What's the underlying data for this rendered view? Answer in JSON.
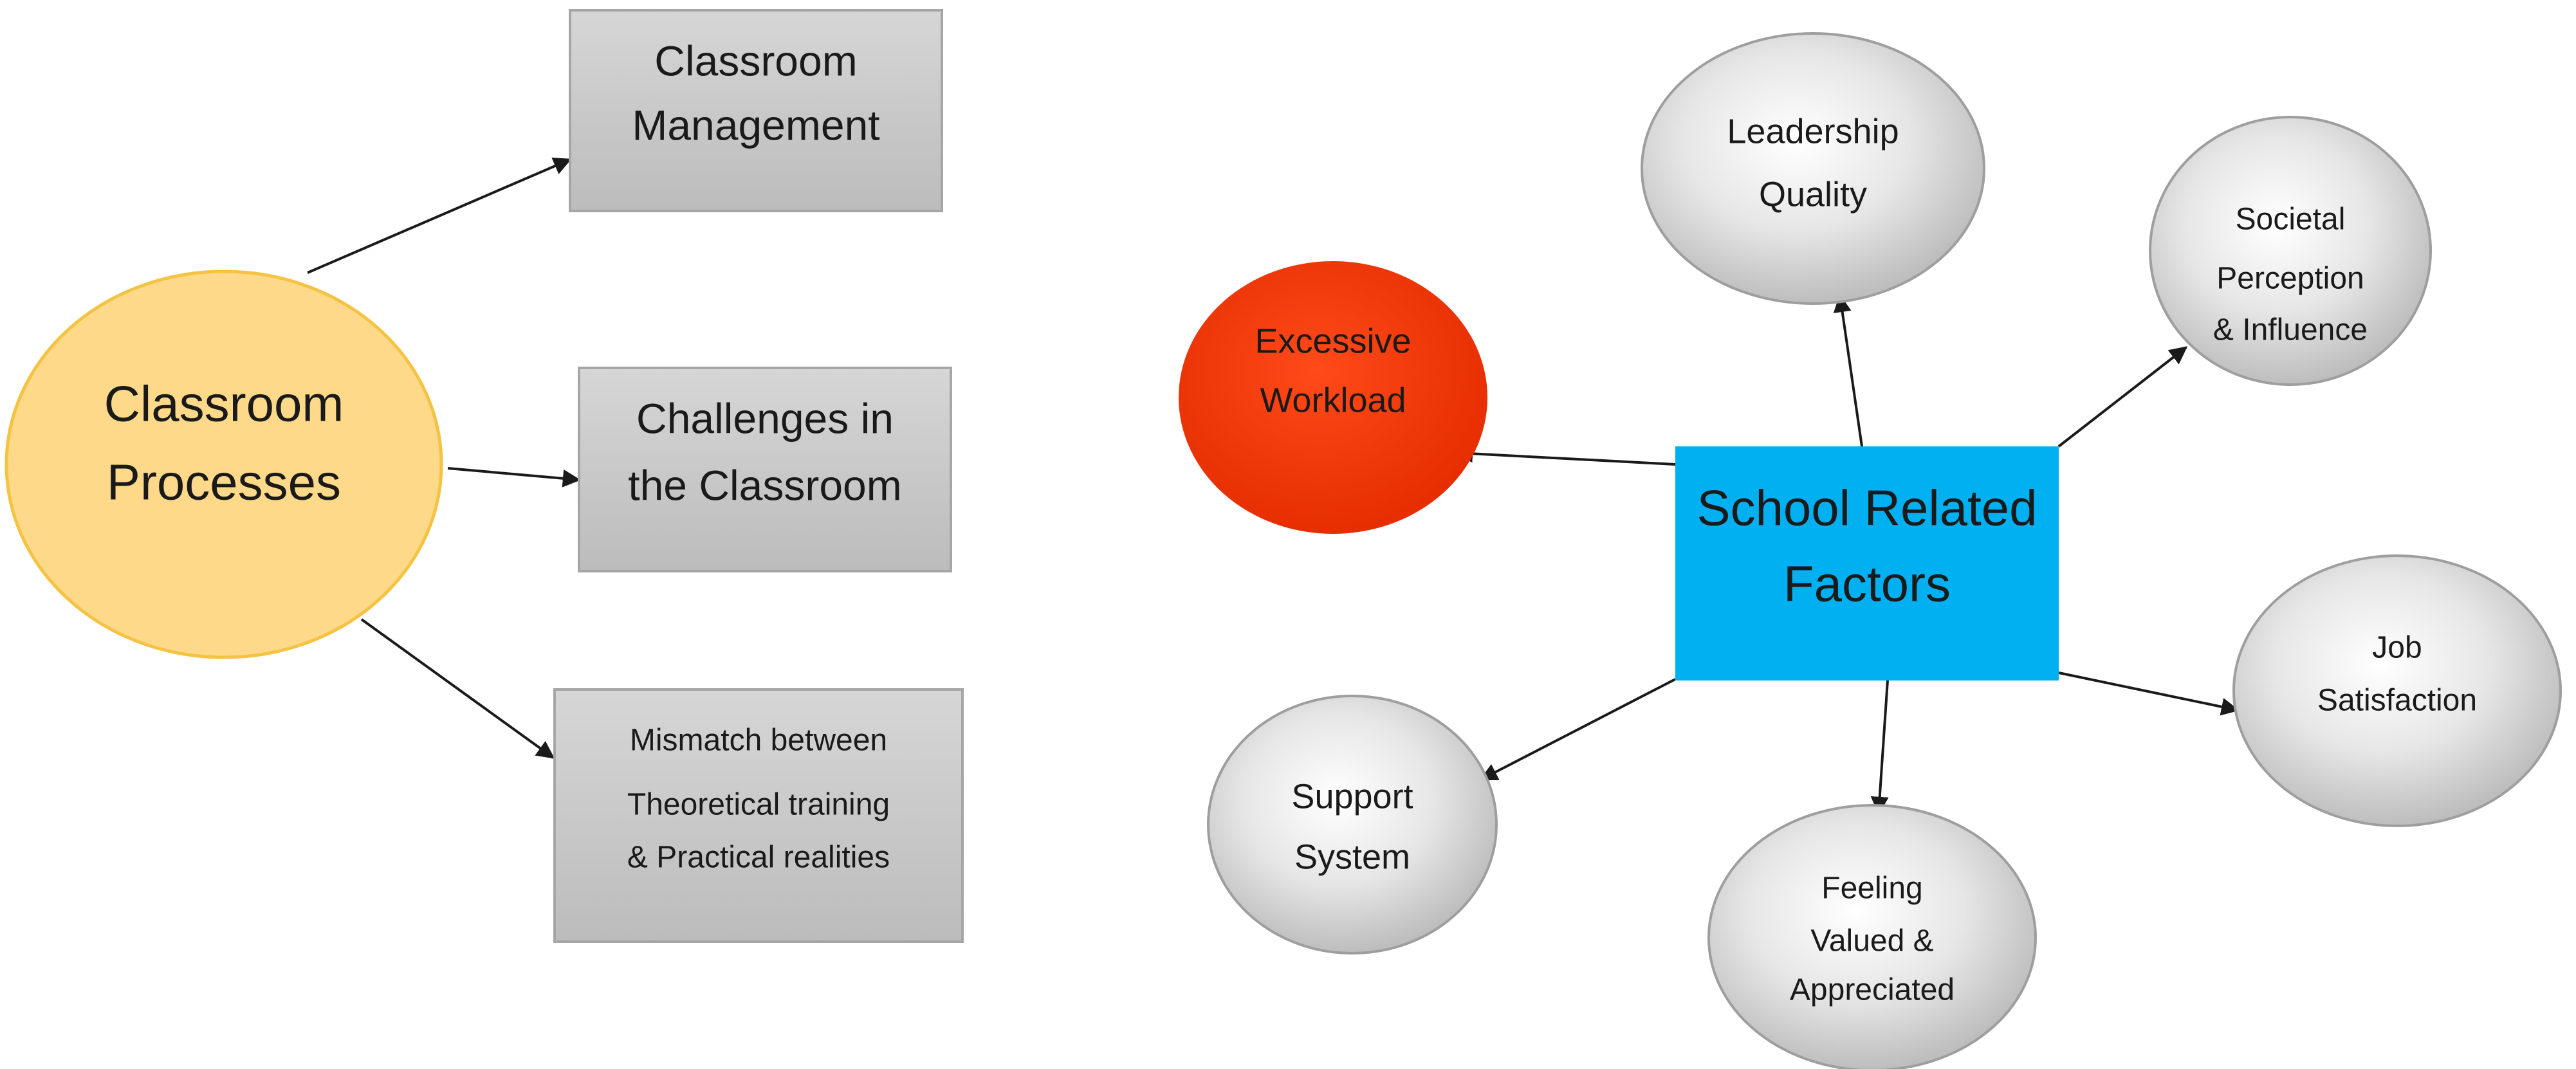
{
  "left_diagram": {
    "center": {
      "lines": [
        "Classroom",
        "Processes"
      ],
      "fill": "#fdd989",
      "stroke": "#f5c242"
    },
    "boxes": [
      {
        "id": "classroom-management",
        "lines": [
          "Classroom",
          "Management"
        ]
      },
      {
        "id": "challenges-in-the-classroom",
        "lines": [
          "Challenges in",
          "the Classroom"
        ]
      },
      {
        "id": "mismatch",
        "lines": [
          "Mismatch between",
          "Theoretical training",
          "& Practical realities"
        ]
      }
    ],
    "box_fill": "#c8c8c8",
    "box_stroke": "#a6a6a6"
  },
  "right_diagram": {
    "center": {
      "lines": [
        "School Related",
        "Factors"
      ],
      "fill": "#00b0f0"
    },
    "highlighted_node": {
      "lines": [
        "Excessive",
        "Workload"
      ],
      "fill": "#ff3300"
    },
    "nodes": [
      {
        "id": "leadership-quality",
        "lines": [
          "Leadership",
          "Quality"
        ]
      },
      {
        "id": "societal-perception",
        "lines": [
          "Societal",
          "Perception",
          "& Influence"
        ]
      },
      {
        "id": "job-satisfaction",
        "lines": [
          "Job",
          "Satisfaction"
        ]
      },
      {
        "id": "feeling-valued",
        "lines": [
          "Feeling",
          "Valued &",
          "Appreciated"
        ]
      },
      {
        "id": "support-system",
        "lines": [
          "Support",
          "System"
        ]
      }
    ],
    "node_fill": "#d9d9d9"
  }
}
